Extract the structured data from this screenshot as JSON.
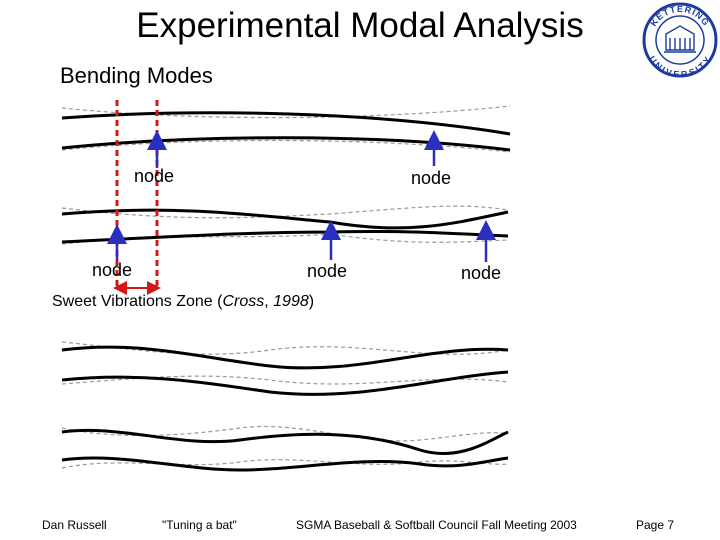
{
  "slide": {
    "title": "Experimental Modal Analysis",
    "subtitle": "Bending Modes"
  },
  "logo": {
    "top_text": "KETTERING",
    "bottom_text": "UNIVERSITY",
    "color": "#1e3c9e"
  },
  "diagram": {
    "node_label": "node",
    "arrow_color": "#2b2fbf",
    "line_color": "#d01818",
    "zone": {
      "text_prefix": "Sweet Vibrations Zone (",
      "author": "Cross",
      "separator": ", ",
      "year": "1998",
      "text_suffix": ")"
    }
  },
  "footer": {
    "author": "Dan Russell",
    "talk": "\"Tuning a bat\"",
    "event": "SGMA Baseball & Softball Council Fall Meeting 2003",
    "page": "Page 7"
  }
}
